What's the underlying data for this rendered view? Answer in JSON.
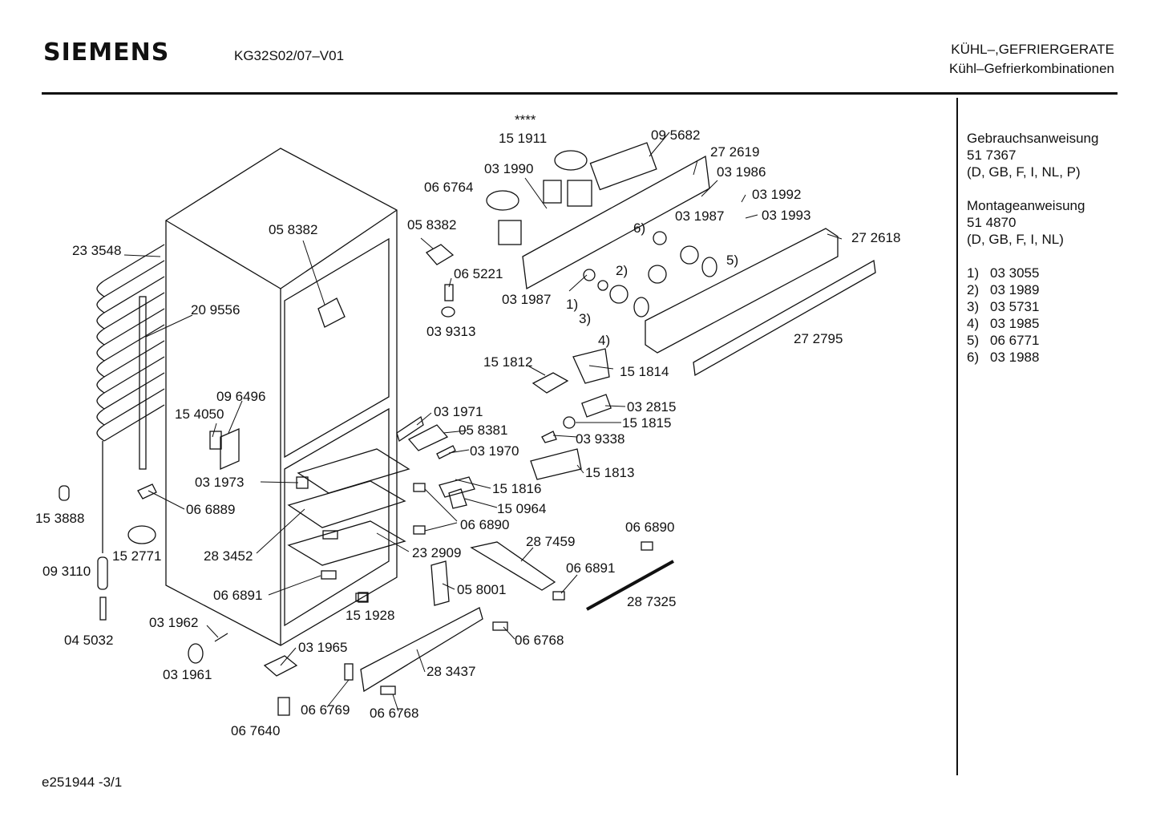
{
  "header": {
    "brand": "SIEMENS",
    "model": "KG32S02/07–V01",
    "category_line1": "KÜHL–,GEFRIERGERATE",
    "category_line2": "Kühl–Gefrierkombinationen"
  },
  "sidebar": {
    "manual_title": "Gebrauchsanweisung",
    "manual_number": "51 7367",
    "manual_langs": "(D, GB, F, I, NL, P)",
    "install_title": "Montageanweisung",
    "install_number": "51 4870",
    "install_langs": "(D, GB, F, I, NL)",
    "footnotes": [
      {
        "key": "1)",
        "part": "03 3055"
      },
      {
        "key": "2)",
        "part": "03 1989"
      },
      {
        "key": "3)",
        "part": "03 5731"
      },
      {
        "key": "4)",
        "part": "03 1985"
      },
      {
        "key": "5)",
        "part": "06 6771"
      },
      {
        "key": "6)",
        "part": "03 1988"
      }
    ]
  },
  "footer": {
    "ref": "e251944  -3/1"
  },
  "diagram": {
    "labels": [
      "****",
      "15 1911",
      "09 5682",
      "27 2619",
      "03 1990",
      "03 1986",
      "06 6764",
      "03 1992",
      "05 8382",
      "03 1987",
      "03 1993",
      "6)",
      "27 2618",
      "05 8382",
      "06 5221",
      "03 9313",
      "03 1987",
      "1)",
      "3)",
      "2)",
      "5)",
      "4)",
      "23 3548",
      "20 9556",
      "27 2795",
      "15 1812",
      "15 1814",
      "09 6496",
      "15 4050",
      "03 1971",
      "03 2815",
      "15 1815",
      "05 8381",
      "03 9338",
      "03 1970",
      "15 1813",
      "03 1973",
      "15 1816",
      "06 6889",
      "15 0964",
      "06 6890",
      "15 3888",
      "06 6890",
      "15 2771",
      "28 7459",
      "28 3452",
      "23 2909",
      "09 3110",
      "06 6891",
      "05 8001",
      "06 6891",
      "28 7325",
      "15 1928",
      "03 1962",
      "06 6768",
      "04 5032",
      "03 1965",
      "28 3437",
      "03 1961",
      "06 6769",
      "06 6768",
      "06 7640"
    ]
  }
}
